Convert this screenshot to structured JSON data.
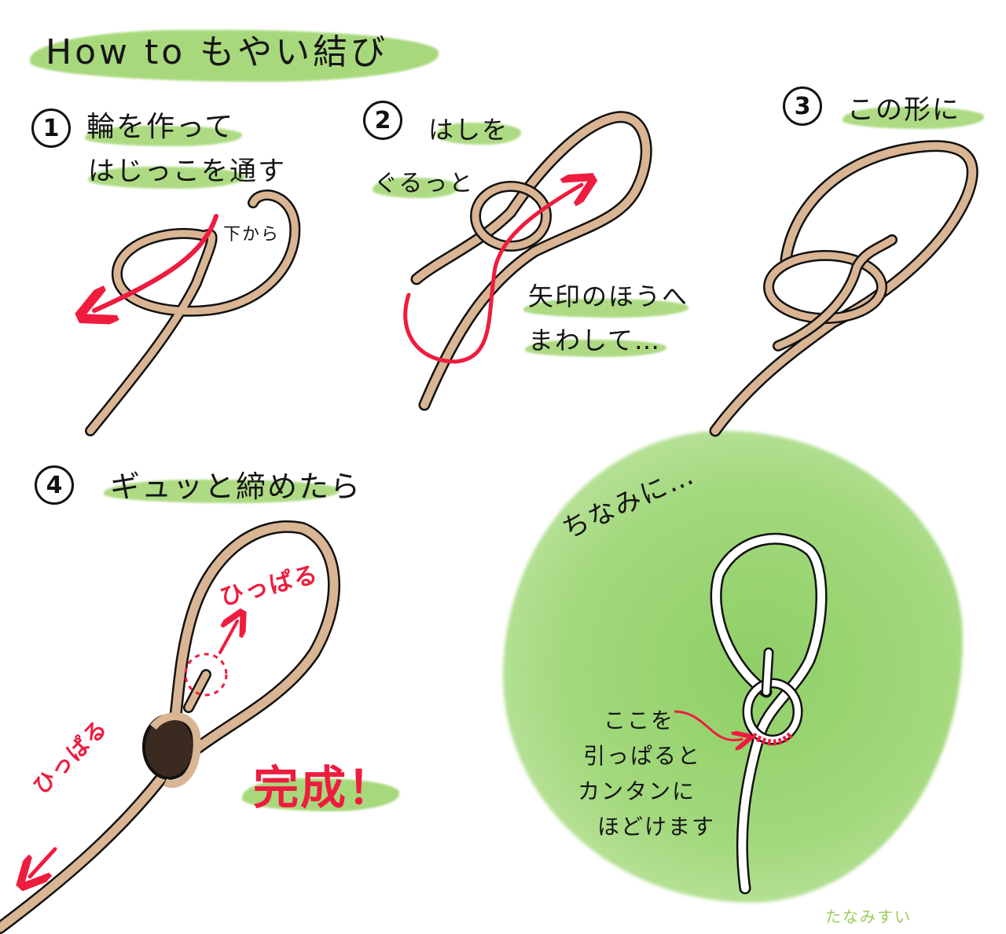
{
  "title": "How to もやい結び",
  "colors": {
    "highlight_green": "#9fd46e",
    "background_blob_green": "#a8d880",
    "rope_tan": "#d9b594",
    "rope_shadow": "#b08c6c",
    "outline": "#111111",
    "arrow_red": "#ee1c3e",
    "signature_green": "#9acd5e",
    "white_rope": "#ffffff"
  },
  "steps": [
    {
      "number": "1",
      "lines": [
        "輪を作って",
        "はじっこを通す"
      ],
      "annotation": "下から",
      "icon": "rope-loop-with-arrow"
    },
    {
      "number": "2",
      "lines": [
        "はしを",
        "ぐるっと"
      ],
      "annotation_lines": [
        "矢印のほうへ",
        "まわして…"
      ],
      "icon": "rope-wrap-with-arrow"
    },
    {
      "number": "3",
      "lines": [
        "この形に"
      ],
      "icon": "rope-knot-formed"
    },
    {
      "number": "4",
      "lines": [
        "ギュッと締めたら"
      ],
      "pull_label_top": "ひっぱる",
      "pull_label_bottom": "ひっぱる",
      "complete_label": "完成！",
      "icon": "rope-knot-tightened"
    }
  ],
  "note": {
    "intro": "ちなみに…",
    "lines": [
      "ここを",
      "引っぱると",
      "カンタンに",
      "ほどけます"
    ],
    "icon": "white-rope-bowline-release-point"
  },
  "signature": "たなみすい"
}
